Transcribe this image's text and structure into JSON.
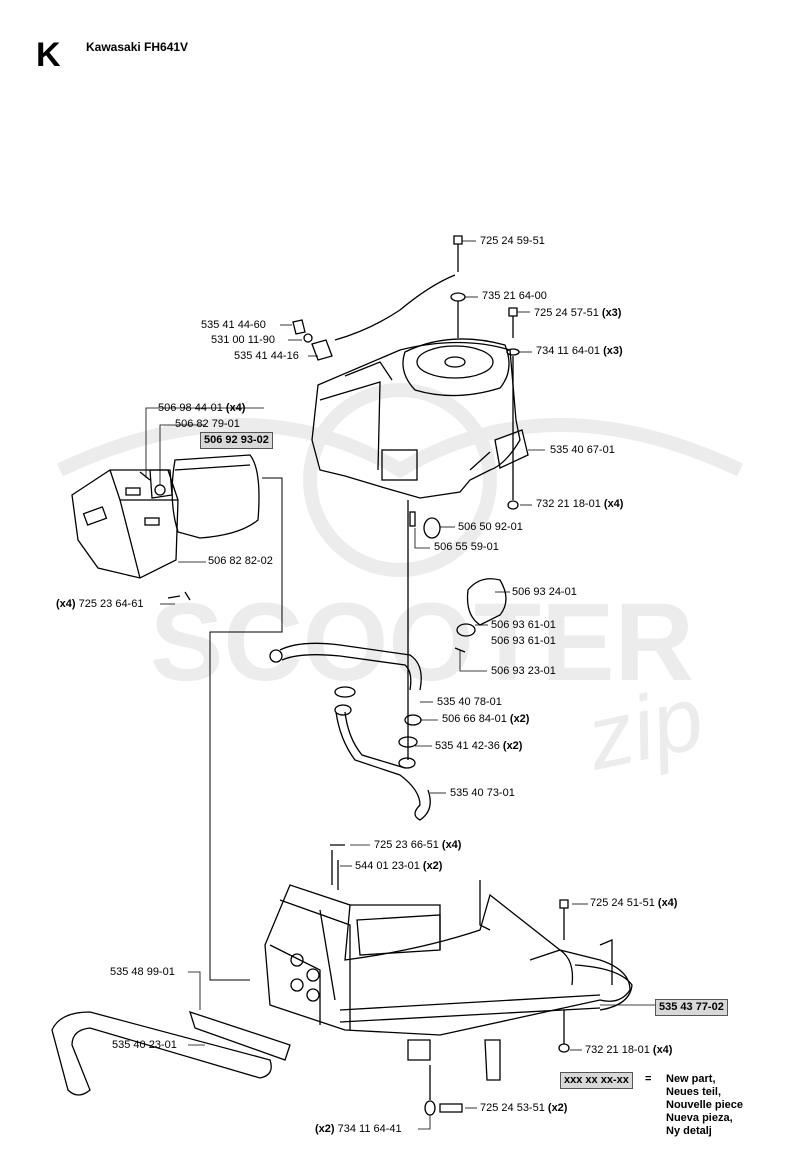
{
  "header": {
    "section_letter": "K",
    "title": "Kawasaki FH641V"
  },
  "watermark": {
    "brand_text": "SCOOTER",
    "brand_script": "zip"
  },
  "parts": {
    "p1": "725 24 59-51",
    "p2": "735 21 64-00",
    "p3": "725 24 57-51",
    "p3q": "(x3)",
    "p4": "734 11 64-01",
    "p4q": "(x3)",
    "p5": "535 41 44-60",
    "p6": "531 00 11-90",
    "p7": "535 41 44-16",
    "p8": "506 98 44-01",
    "p8q": "(x4)",
    "p9": "506 82 79-01",
    "p10": "506 92 93-02",
    "p11": "535 40 67-01",
    "p12": "732 21 18-01",
    "p12q": "(x4)",
    "p13": "506 50 92-01",
    "p14": "506 55 59-01",
    "p15": "506 82 82-02",
    "p16q": "(x4)",
    "p16": "725 23 64-61",
    "p17": "506 93 24-01",
    "p18": "506 93 61-01",
    "p19": "506 93 23-01",
    "p20": "535 40 78-01",
    "p21": "506 66 84-01",
    "p21q": "(x2)",
    "p22": "535 41 42-36",
    "p22q": "(x2)",
    "p23": "535 40 73-01",
    "p24": "725 23 66-51",
    "p24q": "(x4)",
    "p25": "544 01 23-01",
    "p25q": "(x2)",
    "p26": "725 24 51-51",
    "p26q": "(x4)",
    "p27": "535 48 99-01",
    "p28": "535 43 77-02",
    "p29": "535 40 23-01",
    "p30": "732 21 18-01",
    "p30q": "(x4)",
    "p31": "725 24 53-51",
    "p31q": "(x2)",
    "p32q": "(x2)",
    "p32": "734 11 64-41"
  },
  "legend": {
    "placeholder": "xxx xx xx-xx",
    "equals": "=",
    "lines": [
      "New part,",
      "Neues teil,",
      "Nouvelle piece",
      "Nueva pieza,",
      "Ny detalj"
    ]
  },
  "colors": {
    "highlight_box": "#d8d8d8",
    "watermark": "#e6e6e6"
  }
}
